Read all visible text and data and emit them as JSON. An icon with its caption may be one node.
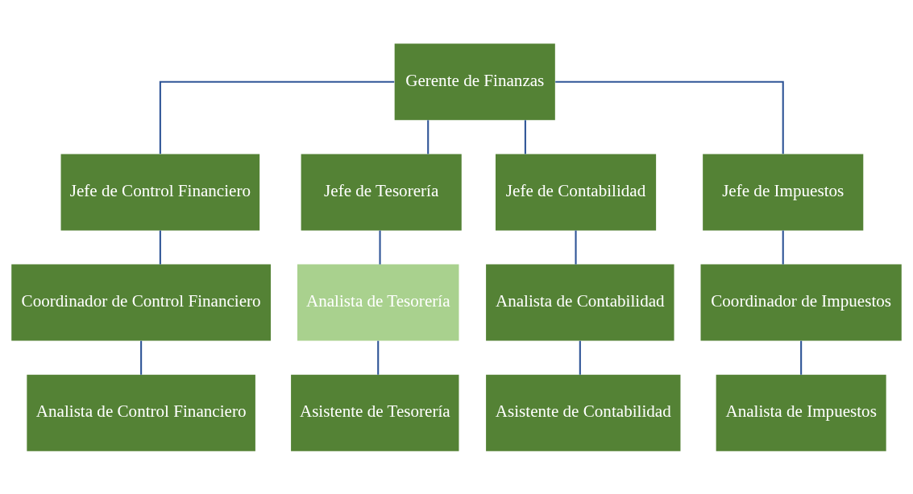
{
  "diagram": {
    "nodes": [
      {
        "text": [
          "Gerente de Finanzas"
        ]
      },
      {
        "text": [
          "Jefe de Control Financiero"
        ]
      },
      {
        "text": [
          "Jefe de Tesorería"
        ]
      },
      {
        "text": [
          "Jefe de Contabilidad"
        ]
      },
      {
        "text": [
          "Jefe de Impuestos"
        ]
      },
      {
        "text": [
          "Coordinador de Control Financiero"
        ]
      },
      {
        "text": [
          "Analista de Tesorería"
        ]
      },
      {
        "text": [
          "Analista de Contabilidad"
        ]
      },
      {
        "text": [
          "Coordinador de Impuestos"
        ]
      },
      {
        "text": [
          "Analista de Control Financiero"
        ]
      },
      {
        "text": [
          "Asistente de Tesorería"
        ]
      },
      {
        "text": [
          "Asistente de Contabilidad"
        ]
      },
      {
        "text": [
          "Analista de Impuestos"
        ]
      }
    ],
    "edges": [
      {
        "from": 0,
        "to": 1,
        "arrow": "none"
      },
      {
        "from": 0,
        "to": 2,
        "arrow": "none"
      },
      {
        "from": 0,
        "to": 3,
        "arrow": "none"
      },
      {
        "from": 0,
        "to": 4,
        "arrow": "none"
      },
      {
        "from": 1,
        "to": 5,
        "arrow": "none"
      },
      {
        "from": 2,
        "to": 6,
        "arrow": "none"
      },
      {
        "from": 3,
        "to": 7,
        "arrow": "none"
      },
      {
        "from": 4,
        "to": 8,
        "arrow": "none"
      },
      {
        "from": 5,
        "to": 9,
        "arrow": "none"
      },
      {
        "from": 6,
        "to": 10,
        "arrow": "none"
      },
      {
        "from": 7,
        "to": 11,
        "arrow": "none"
      },
      {
        "from": 8,
        "to": 12,
        "arrow": "none"
      }
    ]
  }
}
